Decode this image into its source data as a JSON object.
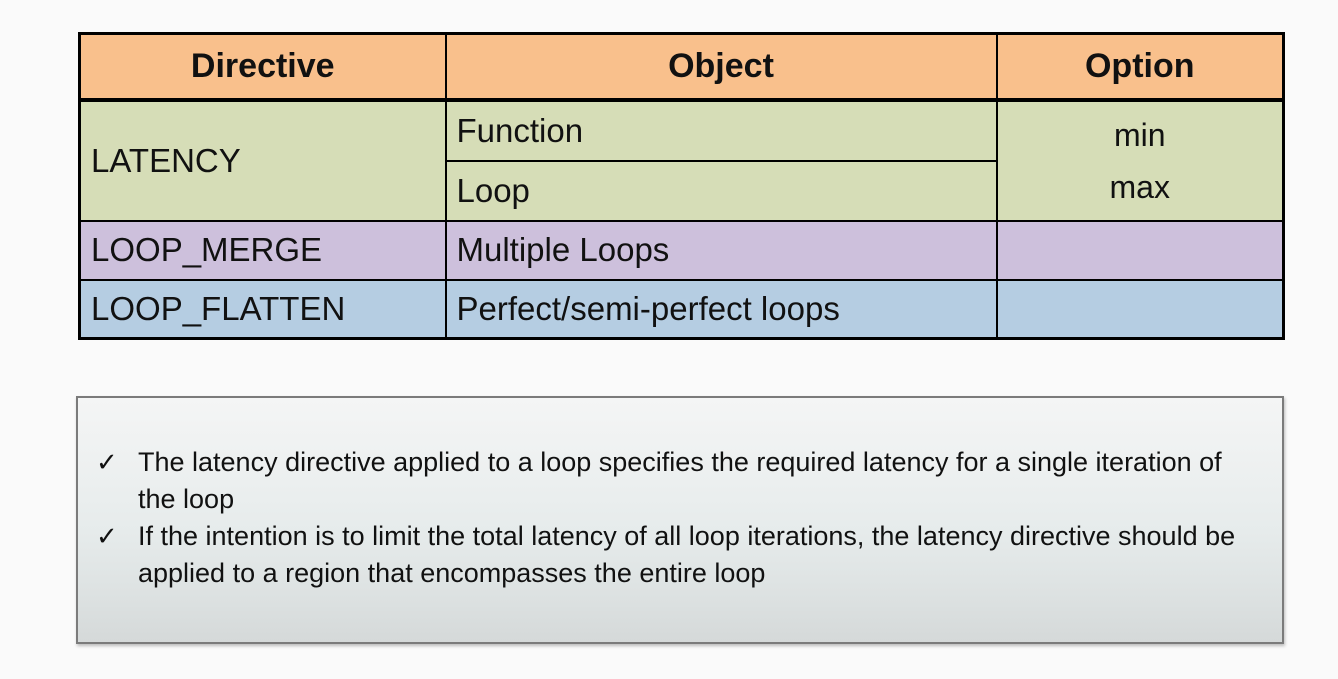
{
  "table": {
    "headers": {
      "directive": "Directive",
      "object": "Object",
      "option": "Option"
    },
    "groups": {
      "latency": {
        "directive": "LATENCY",
        "object_rows": [
          "Function",
          "Loop"
        ],
        "options": [
          "min",
          "max"
        ]
      },
      "loop_merge": {
        "directive": "LOOP_MERGE",
        "object": "Multiple Loops",
        "option": ""
      },
      "loop_flatten": {
        "directive": "LOOP_FLATTEN",
        "object": "Perfect/semi-perfect loops",
        "option": ""
      }
    },
    "colors": {
      "header_bg": "#f9c08c",
      "latency_bg": "#d6ddb7",
      "loop_merge_bg": "#cdc0dc",
      "loop_flatten_bg": "#b5cde2",
      "border": "#000000"
    }
  },
  "notes": {
    "check_glyph": "✓",
    "items": [
      "The latency directive applied to a loop specifies the required latency for a single iteration of the loop",
      "If the intention is to limit the total latency of all loop iterations, the latency directive should be applied to a region that encompasses the entire loop"
    ],
    "colors": {
      "panel_border": "#7b7b7b",
      "panel_bg_top": "#f4f5f5",
      "panel_bg_bottom": "#d5d9d9"
    }
  }
}
